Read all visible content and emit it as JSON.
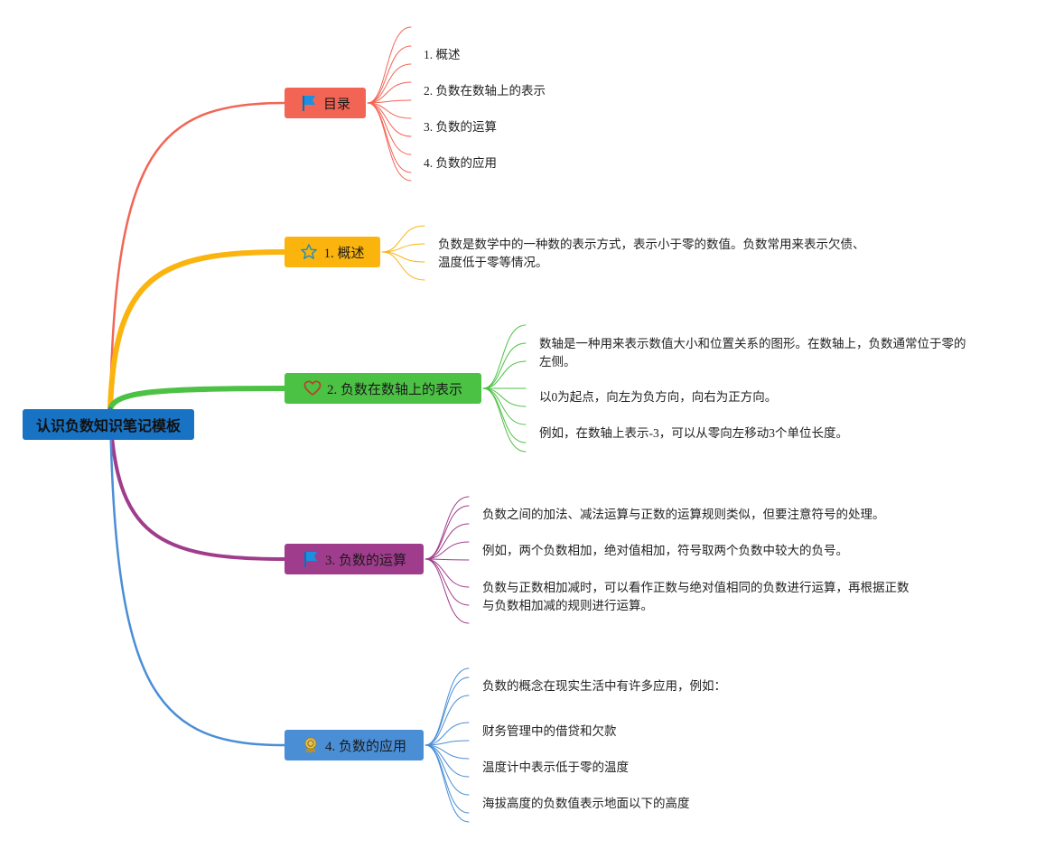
{
  "root": {
    "title": "认识负数知识笔记模板"
  },
  "branches": [
    {
      "label": "目录",
      "color": "#f26555",
      "icon": "flag-icon",
      "leaves": [
        "1. 概述",
        "2. 负数在数轴上的表示",
        "3. 负数的运算",
        "4. 负数的应用"
      ]
    },
    {
      "label": "1. 概述",
      "color": "#fbb40e",
      "icon": "star-icon",
      "leaves": [
        [
          "负数是数学中的一种数的表示方式，表示小于零的数值。负数常用来表示欠债、",
          "温度低于零等情况。"
        ]
      ]
    },
    {
      "label": "2. 负数在数轴上的表示",
      "color": "#4cc245",
      "icon": "heart-icon",
      "leaves": [
        [
          "数轴是一种用来表示数值大小和位置关系的图形。在数轴上，负数通常位于零的",
          "左侧。"
        ],
        "以0为起点，向左为负方向，向右为正方向。",
        "例如，在数轴上表示-3，可以从零向左移动3个单位长度。"
      ]
    },
    {
      "label": "3. 负数的运算",
      "color": "#9f3d8c",
      "icon": "flag-icon",
      "leaves": [
        "负数之间的加法、减法运算与正数的运算规则类似，但要注意符号的处理。",
        "例如，两个负数相加，绝对值相加，符号取两个负数中较大的负号。",
        [
          "负数与正数相加减时，可以看作正数与绝对值相同的负数进行运算，再根据正数",
          "与负数相加减的规则进行运算。"
        ]
      ]
    },
    {
      "label": "4. 负数的应用",
      "color": "#4a8ed6",
      "icon": "award-icon",
      "leaves": [
        "负数的概念在现实生活中有许多应用，例如：",
        "财务管理中的借贷和欠款",
        "温度计中表示低于零的温度",
        "海拔高度的负数值表示地面以下的高度"
      ]
    }
  ]
}
